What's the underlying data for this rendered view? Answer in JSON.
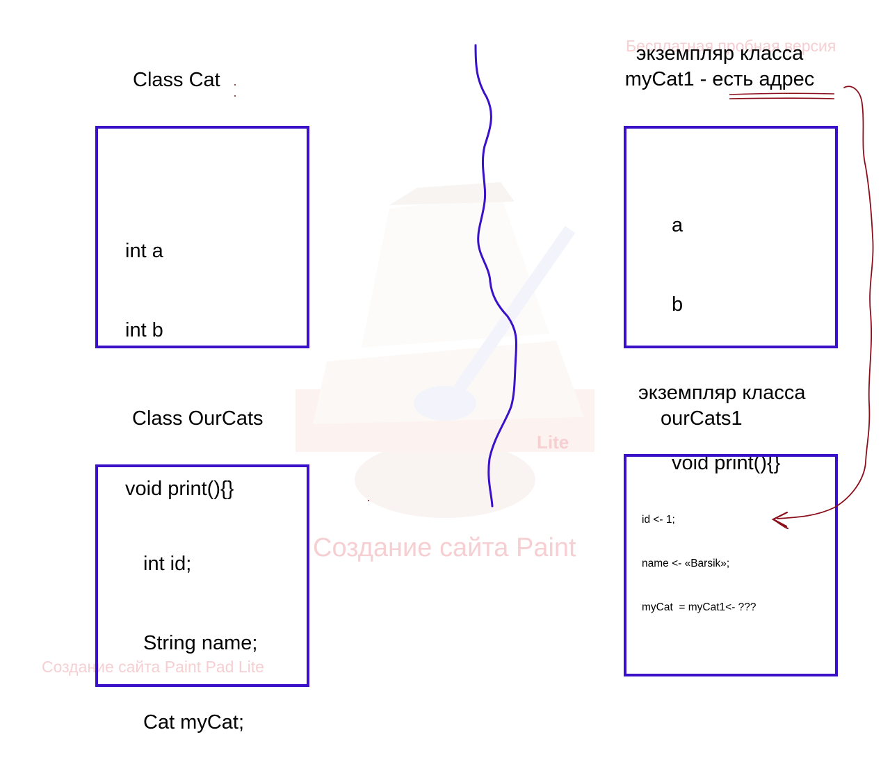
{
  "watermarks": {
    "top_right": "Бесплатная пробная версия",
    "center": "Создание сайта Paint",
    "bottom_left": "Создание сайта Paint Pad Lite",
    "logo_badge": "Lite"
  },
  "left": {
    "cat_title": "Class Cat",
    "cat_fields": [
      "int a",
      "int b",
      "",
      "void print(){}"
    ],
    "ourcats_title": "Class OurCats",
    "ourcats_fields": [
      "int id;",
      "String name;",
      "Cat myCat;"
    ]
  },
  "right": {
    "mycat_caption": [
      "экземпляр класса",
      "myCat1 - есть адрес"
    ],
    "mycat_fields": [
      "a",
      "b",
      "",
      "void print(){}"
    ],
    "ourcats_caption": [
      "экземпляр класса",
      "ourCats1"
    ],
    "ourcats_values": [
      "id <- 1;",
      "name <- «Barsik»;",
      "myCat  = myCat1<- ???"
    ]
  },
  "colors": {
    "box_border": "#3a10c8",
    "divider": "#3a10c8",
    "arrow": "#8b0e1a",
    "watermark": "#f6cfd2"
  }
}
